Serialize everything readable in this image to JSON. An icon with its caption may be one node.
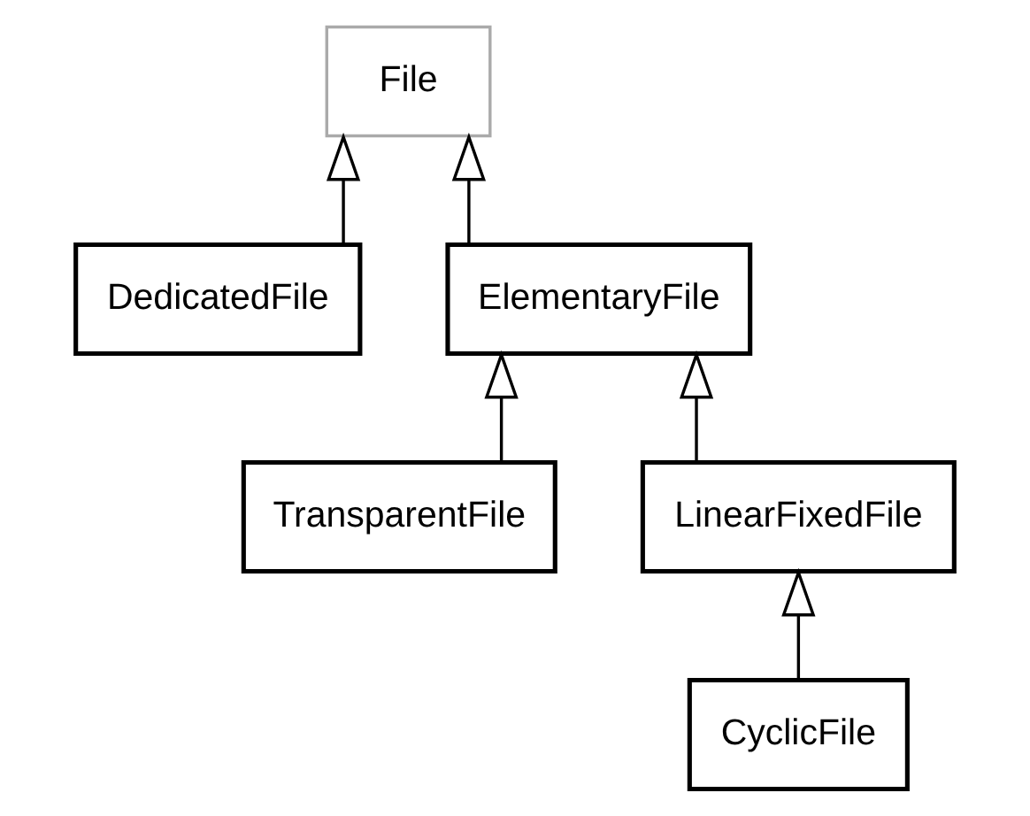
{
  "diagram": {
    "nodes": [
      {
        "text": [
          "File"
        ]
      },
      {
        "text": [
          "DedicatedFile"
        ]
      },
      {
        "text": [
          "ElementaryFile"
        ]
      },
      {
        "text": [
          "TransparentFile"
        ]
      },
      {
        "text": [
          "LinearFixedFile"
        ]
      },
      {
        "text": [
          "CyclicFile"
        ]
      }
    ],
    "edges": [
      {
        "from": 1,
        "to": 0,
        "arrow": "to"
      },
      {
        "from": 2,
        "to": 0,
        "arrow": "to"
      },
      {
        "from": 3,
        "to": 2,
        "arrow": "to"
      },
      {
        "from": 4,
        "to": 2,
        "arrow": "to"
      },
      {
        "from": 5,
        "to": 4,
        "arrow": "to"
      }
    ]
  }
}
